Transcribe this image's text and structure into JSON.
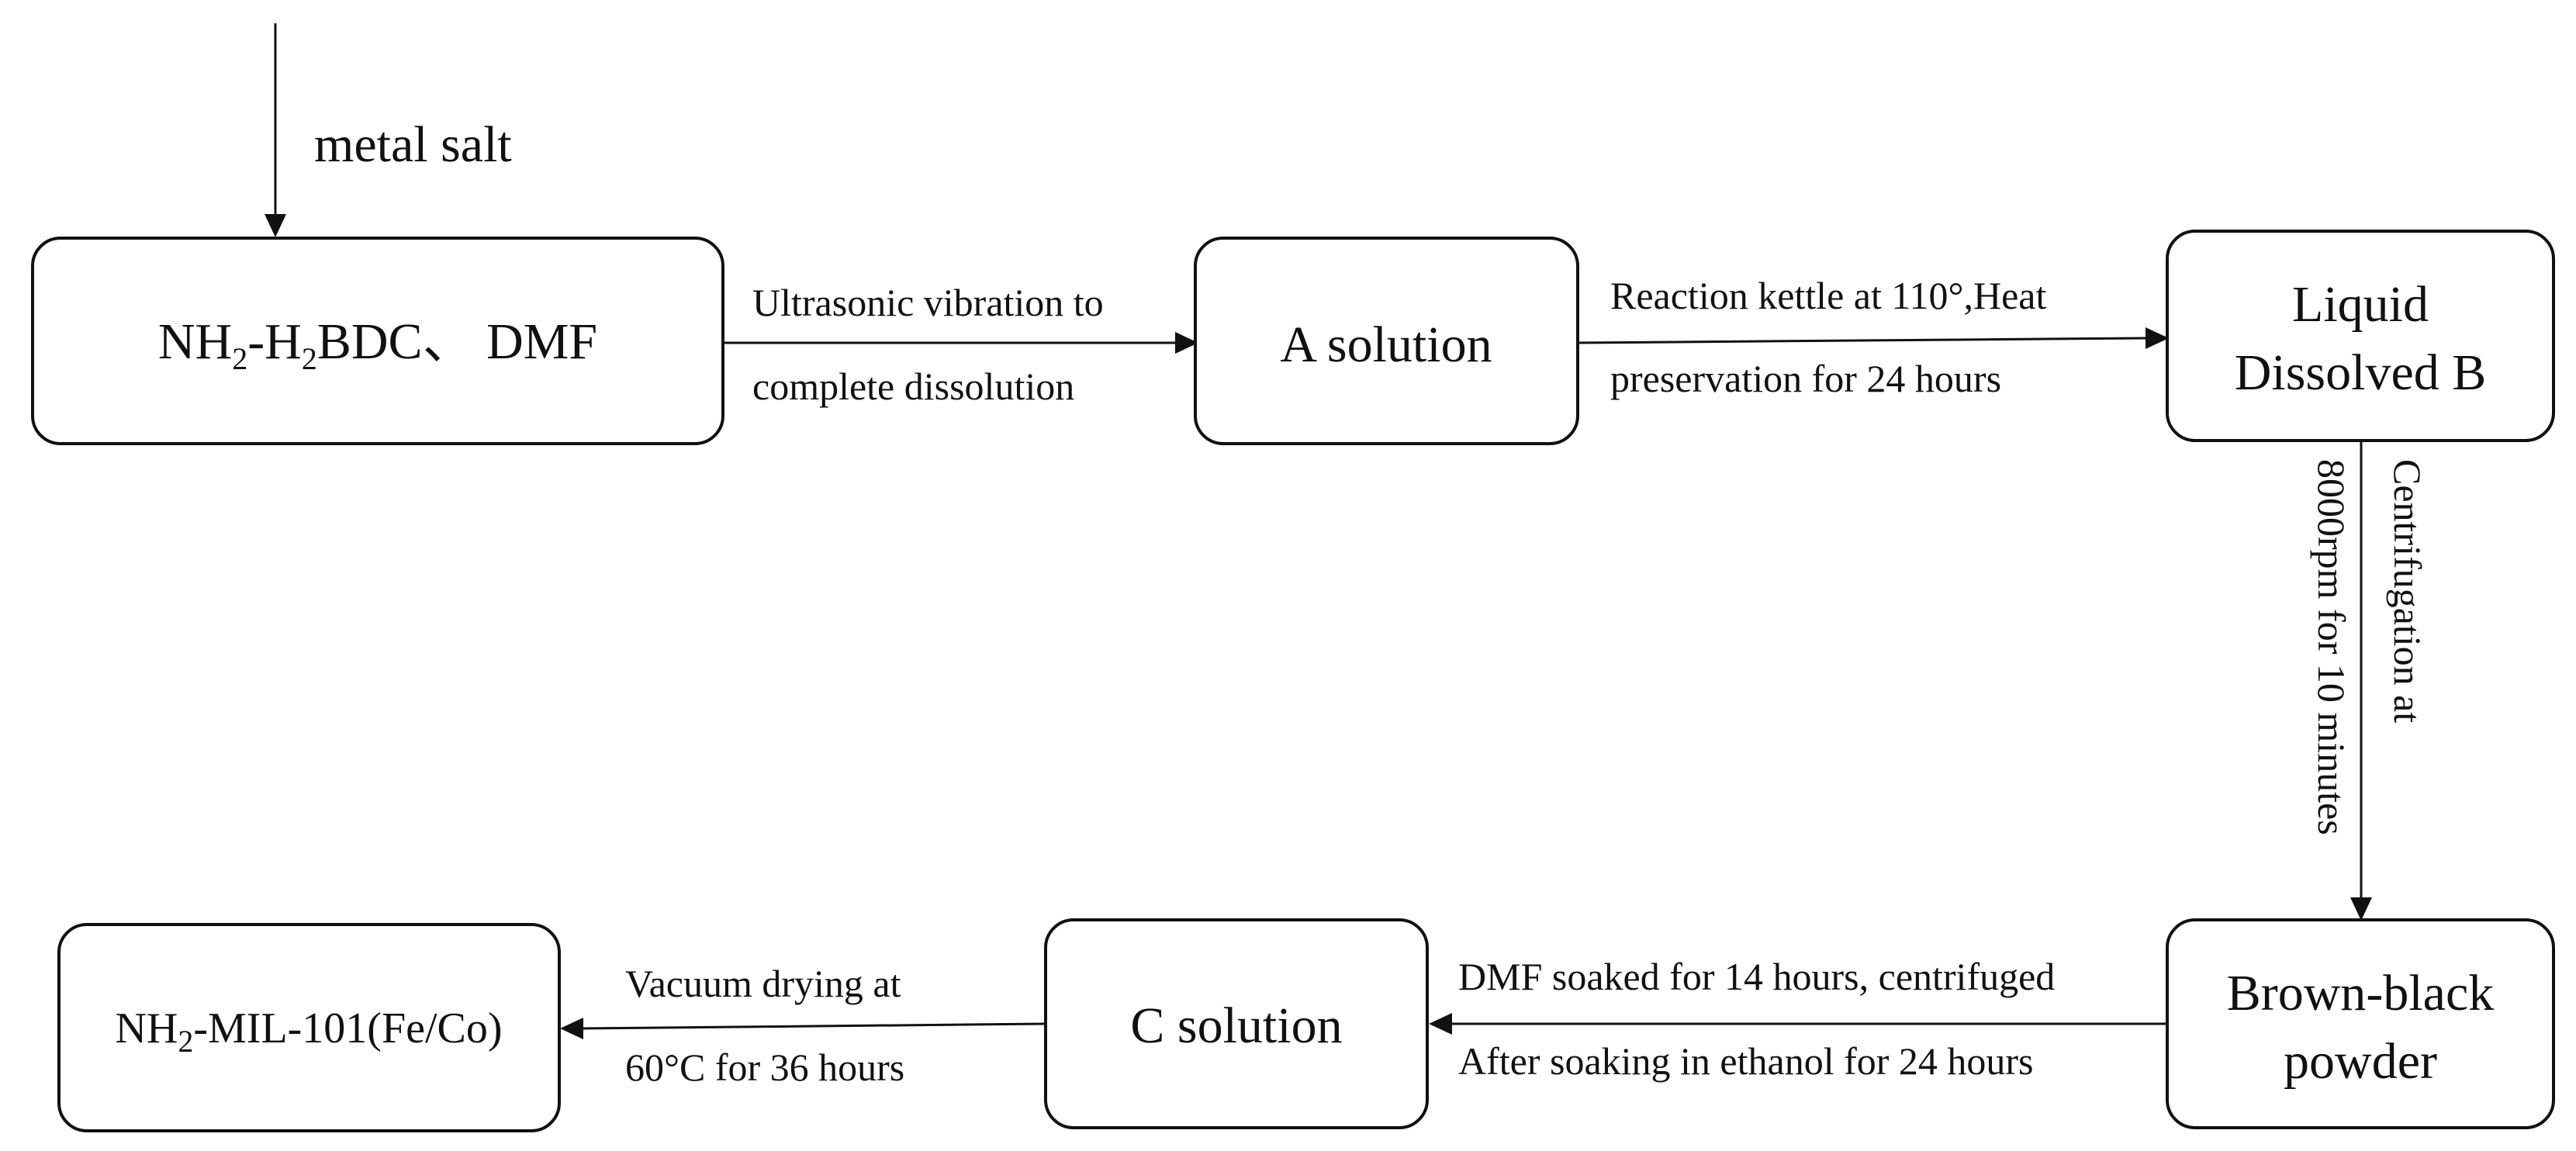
{
  "inputs": {
    "metal_salt": "metal salt"
  },
  "nodes": {
    "start": {
      "a": "NH",
      "sub1": "2",
      "b": "-H",
      "sub2": "2",
      "c": "BDC、 DMF"
    },
    "a_solution": "A solution",
    "liquid_b": [
      "Liquid",
      "Dissolved B"
    ],
    "brown_powder": [
      "Brown-black",
      "powder"
    ],
    "c_solution": "C solution",
    "final": {
      "a": "NH",
      "sub1": "2",
      "c": "-MIL-101(Fe/Co)"
    }
  },
  "edges": {
    "ultrasonic": [
      "Ultrasonic vibration to",
      "complete dissolution"
    ],
    "reaction": [
      "Reaction kettle at 110°,Heat",
      "preservation for 24 hours"
    ],
    "centrifugation": [
      "Centrifugation at",
      "8000rpm for 10 minutes"
    ],
    "dmf_soak": [
      "DMF soaked for 14 hours, centrifuged",
      "After soaking in ethanol for 24 hours"
    ],
    "vacuum": [
      "Vacuum drying at",
      "60°C for 36 hours"
    ]
  },
  "colors": {
    "stroke": "#111111",
    "background": "#ffffff"
  }
}
